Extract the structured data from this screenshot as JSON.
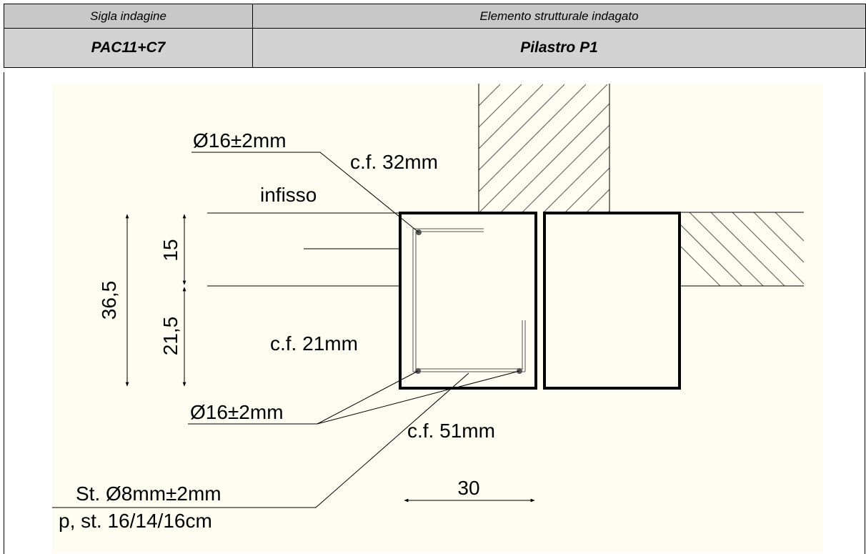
{
  "header": {
    "col1_title": "Sigla indagine",
    "col2_title": "Elemento strutturale indagato",
    "col1_value": "PAC11+C7",
    "col2_value": "Pilastro P1"
  },
  "drawing": {
    "background_color": "#fdfdf2",
    "labels": {
      "top_bar": "Ø16±2mm",
      "cf_top": "c.f. 32mm",
      "infisso": "infisso",
      "dim_total": "36,5",
      "dim_upper": "15",
      "dim_lower": "21,5",
      "cf_side": "c.f. 21mm",
      "bottom_bars": "Ø16±2mm",
      "cf_bottom": "c.f. 51mm",
      "stirrup": "St. Ø8mm±2mm",
      "stirrup_pitch": "p, st. 16/14/16cm",
      "dim_width": "30"
    }
  }
}
